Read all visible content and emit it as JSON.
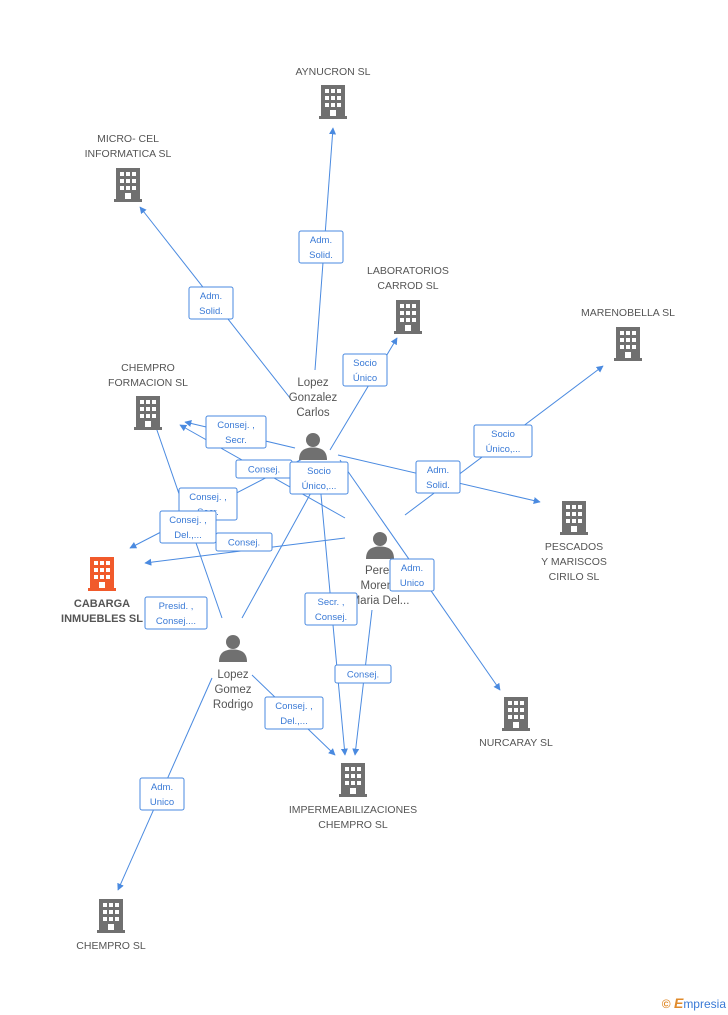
{
  "colors": {
    "accent": "#4a8ae0",
    "building": "#707070",
    "highlight": "#f15a2b",
    "text": "#555555"
  },
  "companies": [
    {
      "id": "aynucron",
      "lines": [
        "AYNUCRON  SL"
      ]
    },
    {
      "id": "microcel",
      "lines": [
        "MICRO- CEL",
        "INFORMATICA SL"
      ]
    },
    {
      "id": "laboratorios",
      "lines": [
        "LABORATORIOS",
        "CARROD SL"
      ]
    },
    {
      "id": "marenobella",
      "lines": [
        "MARENOBELLA SL"
      ]
    },
    {
      "id": "chempro-formacion",
      "lines": [
        "CHEMPRO",
        "FORMACION SL"
      ]
    },
    {
      "id": "cabarga",
      "lines": [
        "CABARGA",
        "INMUEBLES SL"
      ],
      "main": true
    },
    {
      "id": "pescados",
      "lines": [
        "PESCADOS",
        "Y MARISCOS",
        "CIRILO  SL"
      ]
    },
    {
      "id": "nurcaray",
      "lines": [
        "NURCARAY SL"
      ]
    },
    {
      "id": "impermeabilizaciones",
      "lines": [
        "IMPERMEABILIZACIONES",
        "CHEMPRO SL"
      ]
    },
    {
      "id": "chempro",
      "lines": [
        "CHEMPRO SL"
      ]
    }
  ],
  "persons": [
    {
      "id": "lopez-gonzalez",
      "lines": [
        "Lopez",
        "Gonzalez",
        "Carlos"
      ]
    },
    {
      "id": "perez-moreno",
      "lines": [
        "Perez",
        "Moreno",
        "Maria Del..."
      ]
    },
    {
      "id": "lopez-gomez",
      "lines": [
        "Lopez",
        "Gomez",
        "Rodrigo"
      ]
    }
  ],
  "relations": [
    {
      "id": "r1",
      "lines": [
        "Adm.",
        "Solid."
      ]
    },
    {
      "id": "r2",
      "lines": [
        "Adm.",
        "Solid."
      ]
    },
    {
      "id": "r3",
      "lines": [
        "Socio",
        "Único"
      ]
    },
    {
      "id": "r4",
      "lines": [
        "Socio",
        "Único,..."
      ]
    },
    {
      "id": "r5",
      "lines": [
        "Consej. ,",
        "Secr."
      ]
    },
    {
      "id": "r6",
      "lines": [
        "Consej."
      ]
    },
    {
      "id": "r7",
      "lines": [
        "Socio",
        "Único,..."
      ]
    },
    {
      "id": "r8",
      "lines": [
        "Adm.",
        "Solid."
      ]
    },
    {
      "id": "r9",
      "lines": [
        "Consej. ,",
        "Secr."
      ]
    },
    {
      "id": "r10",
      "lines": [
        "Consej. ,",
        "Del.,..."
      ]
    },
    {
      "id": "r11",
      "lines": [
        "Consej."
      ]
    },
    {
      "id": "r12",
      "lines": [
        "Adm.",
        "Unico"
      ]
    },
    {
      "id": "r13",
      "lines": [
        "Presid. ,",
        "Consej...."
      ]
    },
    {
      "id": "r14",
      "lines": [
        "Secr. ,",
        "Consej."
      ]
    },
    {
      "id": "r15",
      "lines": [
        "Consej."
      ]
    },
    {
      "id": "r16",
      "lines": [
        "Consej. ,",
        "Del.,..."
      ]
    },
    {
      "id": "r17",
      "lines": [
        "Adm.",
        "Unico"
      ]
    }
  ],
  "brand": {
    "copyright": "©",
    "first": "E",
    "rest": "mpresia"
  }
}
